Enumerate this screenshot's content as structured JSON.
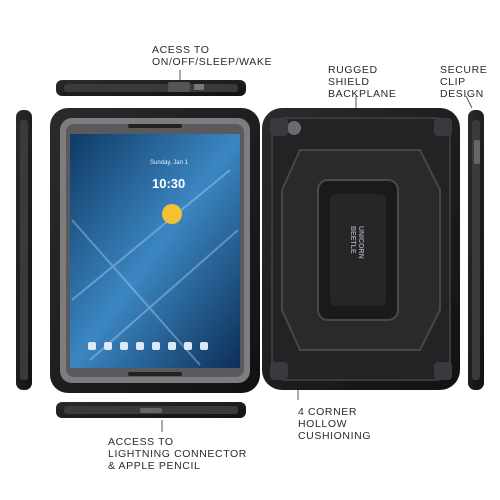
{
  "labels": {
    "top_buttons": "ACESS TO\nON/OFF/SLEEP/WAKE",
    "backplane": "RUGGED\nSHIELD\nBACKPLANE",
    "clip": "SECURE\nCLIP\nDESIGN",
    "cushioning": "4 CORNER\nHOLLOW\nCUSHIONING",
    "bottom_ports": "ACCESS TO\nLIGHTNING CONNECTOR\n& APPLE PENCIL"
  },
  "tablet_screen": {
    "time": "10:30",
    "date": "Sunday, Jan 1"
  },
  "brand_mark": "UNICORN\nBEETLE",
  "colors": {
    "case_black": "#1c1c1e",
    "frame_gray": "#7d7d80",
    "screen_blue": "#2a6fa8",
    "sun_yellow": "#f2c230"
  }
}
